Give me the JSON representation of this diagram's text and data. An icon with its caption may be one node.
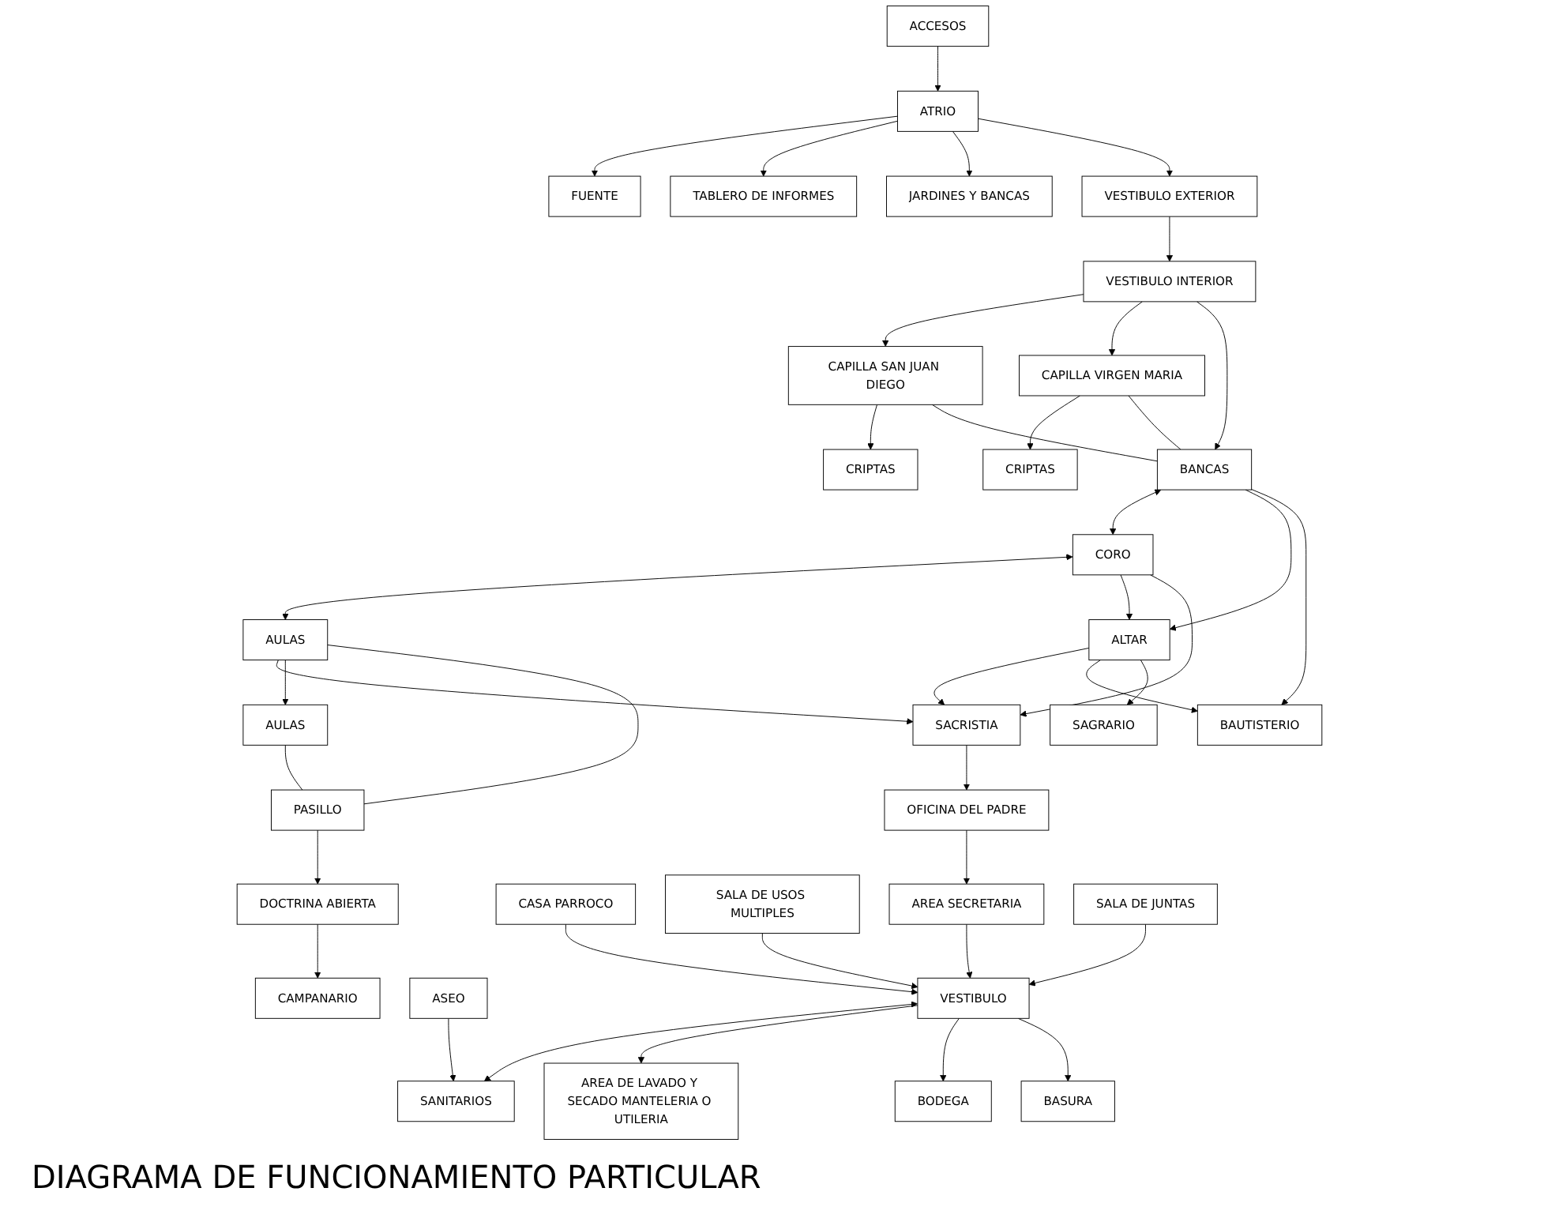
{
  "diagram": {
    "caption": "DIAGRAMA DE FUNCIONAMIENTO PARTICULAR",
    "nodes": [
      {
        "text": [
          "ACCESOS"
        ]
      },
      {
        "text": [
          "TABLERO DE INFORMES"
        ]
      },
      {
        "text": [
          "FUENTE"
        ]
      },
      {
        "text": [
          "ATRIO"
        ]
      },
      {
        "text": [
          "JARDINES Y BANCAS"
        ]
      },
      {
        "text": [
          "VESTIBULO EXTERIOR"
        ]
      },
      {
        "text": [
          "CRIPTAS"
        ]
      },
      {
        "text": [
          "CRIPTAS"
        ]
      },
      {
        "text": [
          "CAPILLA SAN JUAN DIEGO"
        ]
      },
      {
        "text": [
          "VESTIBULO INTERIOR"
        ]
      },
      {
        "text": [
          "CAPILLA VIRGEN MARIA"
        ]
      },
      {
        "text": [
          "CAMPANARIO"
        ]
      },
      {
        "text": [
          "DOCTRINA ABIERTA"
        ]
      },
      {
        "text": [
          "ASEO"
        ]
      },
      {
        "text": [
          "AULAS"
        ]
      },
      {
        "text": [
          "PASILLO"
        ]
      },
      {
        "text": [
          "SANITARIOS"
        ]
      },
      {
        "text": [
          "CASA PARROCO"
        ]
      },
      {
        "text": [
          "BANCAS"
        ]
      },
      {
        "text": [
          "CORO"
        ]
      },
      {
        "text": [
          "AULAS"
        ]
      },
      {
        "text": [
          "ALTAR"
        ]
      },
      {
        "text": [
          "SACRISTIA"
        ]
      },
      {
        "text": [
          "VESTIBULO"
        ]
      },
      {
        "text": [
          "SALA DE USOS MULTIPLES"
        ]
      },
      {
        "text": [
          "BAUTISTERIO"
        ]
      },
      {
        "text": [
          "OFICINA DEL PADRE"
        ]
      },
      {
        "text": [
          "AREA SECRETARIA"
        ]
      },
      {
        "text": [
          "SALA DE JUNTAS"
        ]
      },
      {
        "text": [
          "SAGRARIO"
        ]
      },
      {
        "text": [
          "AREA DE LAVADO Y SECADO MANTELERIA O UTILERIA"
        ]
      },
      {
        "text": [
          "BODEGA"
        ]
      },
      {
        "text": [
          "BASURA"
        ]
      }
    ],
    "edges": [
      {
        "from": 0,
        "to": 3,
        "arrow": "to"
      },
      {
        "from": 3,
        "to": 2,
        "arrow": "to"
      },
      {
        "from": 3,
        "to": 1,
        "arrow": "to"
      },
      {
        "from": 3,
        "to": 4,
        "arrow": "to"
      },
      {
        "from": 3,
        "to": 5,
        "arrow": "to"
      },
      {
        "from": 5,
        "to": 9,
        "arrow": "to"
      },
      {
        "from": 9,
        "to": 8,
        "arrow": "to"
      },
      {
        "from": 9,
        "to": 10,
        "arrow": "to"
      },
      {
        "from": 8,
        "to": 6,
        "arrow": "to"
      },
      {
        "from": 10,
        "to": 7,
        "arrow": "to"
      },
      {
        "from": 9,
        "to": 18,
        "arrow": "to"
      },
      {
        "from": 8,
        "to": 18,
        "arrow": "none"
      },
      {
        "from": 10,
        "to": 18,
        "arrow": "none"
      },
      {
        "from": 18,
        "to": 19,
        "arrow": "both"
      },
      {
        "from": 19,
        "to": 20,
        "arrow": "both"
      },
      {
        "from": 18,
        "to": 21,
        "arrow": "to"
      },
      {
        "from": 19,
        "to": 21,
        "arrow": "to"
      },
      {
        "from": 19,
        "to": 22,
        "arrow": "to"
      },
      {
        "from": 20,
        "to": 22,
        "arrow": "to"
      },
      {
        "from": 20,
        "to": 14,
        "arrow": "to"
      },
      {
        "from": 14,
        "to": 15,
        "arrow": "none"
      },
      {
        "from": 20,
        "to": 15,
        "arrow": "none"
      },
      {
        "from": 15,
        "to": 12,
        "arrow": "to"
      },
      {
        "from": 12,
        "to": 11,
        "arrow": "to"
      },
      {
        "from": 21,
        "to": 22,
        "arrow": "to"
      },
      {
        "from": 21,
        "to": 25,
        "arrow": "to"
      },
      {
        "from": 18,
        "to": 25,
        "arrow": "to"
      },
      {
        "from": 21,
        "to": 29,
        "arrow": "to"
      },
      {
        "from": 22,
        "to": 26,
        "arrow": "to"
      },
      {
        "from": 26,
        "to": 27,
        "arrow": "to"
      },
      {
        "from": 13,
        "to": 16,
        "arrow": "to"
      },
      {
        "from": 23,
        "to": 16,
        "arrow": "both"
      },
      {
        "from": 17,
        "to": 23,
        "arrow": "to"
      },
      {
        "from": 24,
        "to": 23,
        "arrow": "to"
      },
      {
        "from": 28,
        "to": 23,
        "arrow": "to"
      },
      {
        "from": 27,
        "to": 23,
        "arrow": "to"
      },
      {
        "from": 23,
        "to": 30,
        "arrow": "to"
      },
      {
        "from": 23,
        "to": 31,
        "arrow": "to"
      },
      {
        "from": 23,
        "to": 32,
        "arrow": "to"
      }
    ]
  }
}
